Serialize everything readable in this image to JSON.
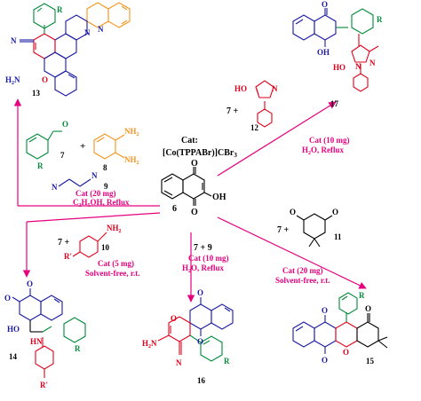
{
  "catalyst": {
    "line1": "Cat:",
    "line2": "[Co(TPPABr)]CBr",
    "line2_sub": "3"
  },
  "center": {
    "compound_id": "6",
    "o_top": "O",
    "o_bottom": "O",
    "oh": "OH"
  },
  "reagents": {
    "r7": "7",
    "r8": "8",
    "r9": "9",
    "r10": "10",
    "r11": "11",
    "r12": "12",
    "plus": "+",
    "nh2": "NH",
    "nh2_sub": "2",
    "n": "N",
    "r": "R",
    "rp": "R'",
    "ho": "HO",
    "seven_plus": "7 +",
    "seven_plus_nine": "7 + 9"
  },
  "conditions": {
    "to13": {
      "cat": "Cat (20 mg)",
      "solvent": "C",
      "solvent_rest": "H",
      "solvent_tail": "OH, Reflux",
      "s1": "2",
      "s2": "5"
    },
    "to17": {
      "cat": "Cat (10 mg)",
      "solvent": "H",
      "solvent_sub": "2",
      "solvent_rest": "O, Reflux"
    },
    "to14": {
      "cat": "Cat (5 mg)",
      "solvent": "Solvent-free, r.t."
    },
    "to16": {
      "cat": "Cat (10 mg)",
      "solvent": "H",
      "solvent_sub": "2",
      "solvent_rest": "O, Reflux"
    },
    "to15": {
      "cat": "Cat (20 mg)",
      "solvent": "Solvent-free, r.t."
    }
  },
  "products": {
    "p13": {
      "id": "13",
      "n1": "N",
      "n2": "N",
      "n3": "N",
      "h2n": "H",
      "h2n_sub": "2",
      "h2n_n": "N",
      "o": "O",
      "r": "R"
    },
    "p17": {
      "id": "17",
      "o": "O",
      "oh": "OH",
      "ho": "HO",
      "n1": "N",
      "n2": "N",
      "r": "R"
    },
    "p14": {
      "id": "14",
      "o1": "O",
      "o2": "O",
      "ho": "HO",
      "hn": "HN",
      "r": "R",
      "rp": "R'"
    },
    "p16": {
      "id": "16",
      "o1": "O",
      "o2": "O",
      "o3": "O",
      "h2n": "H",
      "h2n_sub": "2",
      "h2n_n": "N",
      "n": "N",
      "r": "R"
    },
    "p15": {
      "id": "15",
      "o1": "O",
      "o2": "O",
      "o3": "O",
      "o4": "O",
      "r": "R"
    }
  },
  "colors": {
    "arrow": "#e6007e",
    "bond": "#000000",
    "blue": "#1a1aa6",
    "red": "#e3001b",
    "green": "#008a3a",
    "orange": "#f7941d",
    "teal_blue": "#2b6cb0"
  }
}
